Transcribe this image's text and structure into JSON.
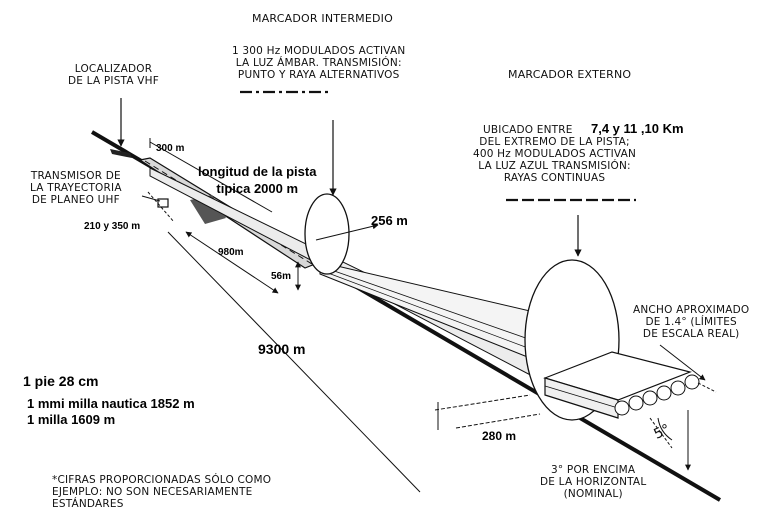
{
  "labels": {
    "marcador_intermedio": {
      "title": "MARCADOR INTERMEDIO",
      "lines": [
        "1 300 Hz MODULADOS ACTIVAN",
        "LA LUZ ÁMBAR. TRANSMISIÓN:",
        "PUNTO Y RAYA ALTERNATIVOS"
      ]
    },
    "marcador_externo": {
      "title": "MARCADOR EXTERNO",
      "line1": "UBICADO ENTRE",
      "range": "7,4 y 11 ,10 Km",
      "lines": [
        "DEL EXTREMO DE LA PISTA;",
        "400 Hz MODULADOS ACTIVAN",
        "LA LUZ AZUL TRANSMISIÓN:",
        "RAYAS CONTINUAS"
      ]
    },
    "localizador": [
      "LOCALIZADOR",
      "DE LA PISTA VHF"
    ],
    "transmisor": [
      "TRANSMISOR DE",
      "LA TRAYECTORIA",
      "DE PLANEO UHF"
    ],
    "ancho": [
      "ANCHO APROXIMADO",
      "DE 1.4° (LÍMITES",
      "DE ESCALA REAL)"
    ],
    "encima": [
      "3° POR ENCIMA",
      "DE LA HORIZONTAL",
      "(NOMINAL)"
    ],
    "nota": [
      "*CIFRAS PROPORCIONADAS SÓLO COMO",
      "EJEMPLO: NO SON NECESARIAMENTE",
      "ESTÁNDARES"
    ],
    "angle_5": "5°"
  },
  "measures": {
    "m300": "300 m",
    "m210_350": "210 y 350 m",
    "m980": "980m",
    "m56": "56m",
    "m256": "256 m",
    "m9300": "9300 m",
    "m280": "280 m"
  },
  "annotations": {
    "longitud": [
      "longitud de la pista",
      "tipica 2000 m"
    ],
    "pie": "1 pie 28 cm",
    "mmi": "1 mmi milla nautica 1852 m",
    "milla": "1 milla 1609 m"
  }
}
